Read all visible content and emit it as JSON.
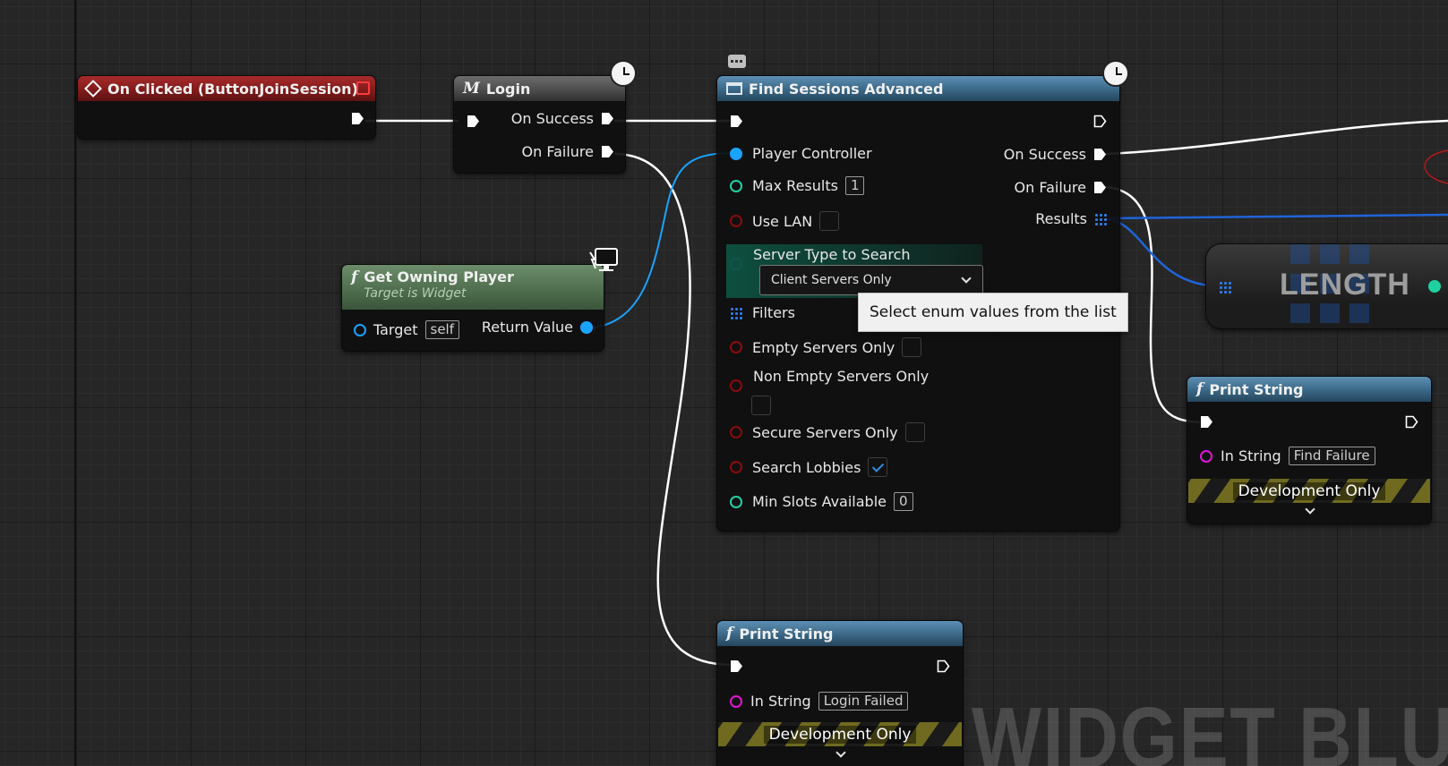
{
  "colors": {
    "exec": "#ffffff",
    "object_pin": "#1aa3ff",
    "int_pin": "#1fd1a2",
    "bool_pin": "#8c0b0b",
    "string_pin": "#e015d8",
    "enum_pin": "#0c5848",
    "array_pin": "#2b7be8",
    "event_header": "#7e1a1a",
    "macro_header": "#555555",
    "pure_function_header": "#4f6f4f",
    "function_header": "#2c4d66"
  },
  "nodes": {
    "on_clicked": {
      "title": "On Clicked (ButtonJoinSession)",
      "icon": "event-icon"
    },
    "login": {
      "icon_glyph": "M",
      "title": "Login",
      "on_success": "On Success",
      "on_failure": "On Failure"
    },
    "get_owning_player": {
      "icon_glyph": "f",
      "title": "Get Owning Player",
      "subtitle": "Target is Widget",
      "target_label": "Target",
      "target_value": "self",
      "return_label": "Return Value"
    },
    "find_sessions": {
      "title": "Find Sessions Advanced",
      "player_controller": "Player Controller",
      "max_results_label": "Max Results",
      "max_results_value": "1",
      "use_lan_label": "Use LAN",
      "use_lan_checked": false,
      "server_type_label": "Server Type to Search",
      "server_type_value": "Client Servers Only",
      "filters_label": "Filters",
      "empty_servers_label": "Empty Servers Only",
      "non_empty_servers_label": "Non Empty Servers Only",
      "secure_servers_label": "Secure Servers Only",
      "search_lobbies_label": "Search Lobbies",
      "search_lobbies_checked": true,
      "min_slots_label": "Min Slots Available",
      "min_slots_value": "0",
      "on_success": "On Success",
      "on_failure": "On Failure",
      "results": "Results"
    },
    "length": {
      "title": "LENGTH"
    },
    "print_string_right": {
      "icon_glyph": "f",
      "title": "Print String",
      "in_string_label": "In String",
      "in_string_value": "Find Failure",
      "dev_only": "Development Only"
    },
    "print_string_bottom": {
      "icon_glyph": "f",
      "title": "Print String",
      "in_string_label": "In String",
      "in_string_value": "Login Failed",
      "dev_only": "Development Only"
    }
  },
  "tooltip": "Select enum values from the list",
  "watermark": "WIDGET BLUE"
}
